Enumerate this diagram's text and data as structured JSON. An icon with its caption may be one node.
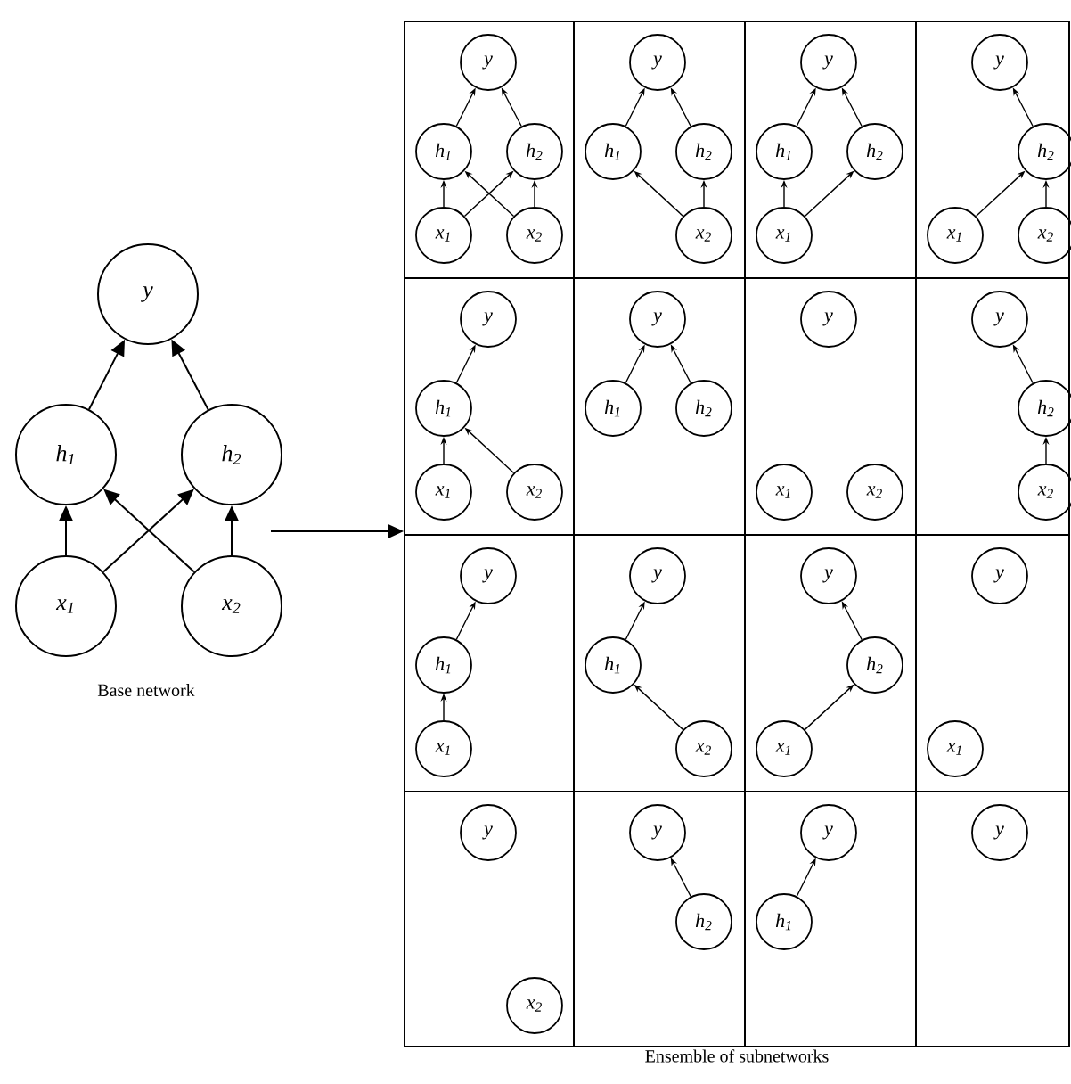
{
  "diagram": {
    "nodes": [
      {
        "text": [
          "y"
        ]
      },
      {
        "text": [
          "h$_{1}$"
        ]
      },
      {
        "text": [
          "h$_{2}$"
        ]
      },
      {
        "text": [
          "x$_{1}$"
        ]
      },
      {
        "text": [
          "x$_{2}$"
        ]
      },
      {
        "text": [
          "Ensemble of subnetworks"
        ]
      },
      {
        "text": [],
        "shape": "box",
        "in": 5
      },
      {
        "text": [
          "y"
        ],
        "in": 6
      },
      {
        "text": [
          "h$_{1}$"
        ],
        "in": 6
      },
      {
        "text": [
          "h$_{2}$"
        ],
        "in": 6
      },
      {
        "text": [
          "x$_{1}$"
        ],
        "in": 6
      },
      {
        "text": [
          "x$_{2}$"
        ],
        "in": 6
      },
      {
        "text": [],
        "shape": "box",
        "in": 5
      },
      {
        "text": [
          "y"
        ],
        "in": 12
      },
      {
        "text": [
          "h$_{1}$"
        ],
        "in": 12
      },
      {
        "text": [
          "h$_{2}$"
        ],
        "in": 12
      },
      {
        "text": [
          "x$_{2}$"
        ],
        "in": 12
      },
      {
        "text": [],
        "shape": "box",
        "in": 5
      },
      {
        "text": [
          "y"
        ],
        "in": 17
      },
      {
        "text": [
          "h$_{1}$"
        ],
        "in": 17
      },
      {
        "text": [
          "h$_{2}$"
        ],
        "in": 17
      },
      {
        "text": [
          "x$_{1}$"
        ],
        "in": 17
      },
      {
        "text": [],
        "shape": "box",
        "in": 5
      },
      {
        "text": [
          "y"
        ],
        "in": 22
      },
      {
        "text": [
          "h$_{2}$"
        ],
        "in": 22
      },
      {
        "text": [
          "x$_{1}$"
        ],
        "in": 22
      },
      {
        "text": [
          "x$_{2}$"
        ],
        "in": 22
      },
      {
        "text": [],
        "shape": "box",
        "in": 5
      },
      {
        "text": [
          "y"
        ],
        "in": 27
      },
      {
        "text": [
          "h$_{1}$"
        ],
        "in": 27
      },
      {
        "text": [
          "x$_{1}$"
        ],
        "in": 27
      },
      {
        "text": [
          "x$_{2}$"
        ],
        "in": 27
      },
      {
        "text": [],
        "shape": "box",
        "in": 5
      },
      {
        "text": [
          "y"
        ],
        "in": 32
      },
      {
        "text": [
          "h$_{1}$"
        ],
        "in": 32
      },
      {
        "text": [
          "h$_{2}$"
        ],
        "in": 32
      },
      {
        "text": [],
        "shape": "box",
        "in": 5
      },
      {
        "text": [
          "y"
        ],
        "in": 36
      },
      {
        "text": [
          "x$_{1}$"
        ],
        "in": 36
      },
      {
        "text": [
          "x$_{2}$"
        ],
        "in": 36
      },
      {
        "text": [],
        "shape": "box",
        "in": 5
      },
      {
        "text": [
          "y"
        ],
        "in": 40
      },
      {
        "text": [
          "h$_{2}$"
        ],
        "in": 40
      },
      {
        "text": [
          "x$_{2}$"
        ],
        "in": 40
      },
      {
        "text": [],
        "shape": "box",
        "in": 5
      },
      {
        "text": [
          "y"
        ],
        "in": 44
      },
      {
        "text": [
          "h$_{1}$"
        ],
        "in": 44
      },
      {
        "text": [
          "x$_{1}$"
        ],
        "in": 44
      },
      {
        "text": [],
        "shape": "box",
        "in": 5
      },
      {
        "text": [
          "y"
        ],
        "in": 48
      },
      {
        "text": [
          "h$_{1}$"
        ],
        "in": 48
      },
      {
        "text": [
          "x$_{2}$"
        ],
        "in": 48
      },
      {
        "text": [],
        "shape": "box",
        "in": 5
      },
      {
        "text": [
          "y"
        ],
        "in": 52
      },
      {
        "text": [
          "h$_{2}$"
        ],
        "in": 52
      },
      {
        "text": [
          "x$_{1}$"
        ],
        "in": 52
      },
      {
        "text": [],
        "shape": "box",
        "in": 5
      },
      {
        "text": [
          "y"
        ],
        "in": 56
      },
      {
        "text": [
          "x$_{1}$"
        ],
        "in": 56
      },
      {
        "text": [],
        "shape": "box",
        "in": 5
      },
      {
        "text": [
          "y"
        ],
        "in": 59
      },
      {
        "text": [
          "x$_{2}$"
        ],
        "in": 59
      },
      {
        "text": [],
        "shape": "box",
        "in": 5
      },
      {
        "text": [
          "y"
        ],
        "in": 62
      },
      {
        "text": [
          "h$_{2}$"
        ],
        "in": 62
      },
      {
        "text": [],
        "shape": "box",
        "in": 5
      },
      {
        "text": [
          "y"
        ],
        "in": 65
      },
      {
        "text": [
          "h$_{1}$"
        ],
        "in": 65
      },
      {
        "text": [],
        "shape": "box",
        "in": 5
      },
      {
        "text": [
          "y"
        ],
        "in": 68
      }
    ],
    "edges": [
      {
        "from": 3,
        "to": 1,
        "arrow": "to"
      },
      {
        "from": 3,
        "to": 2,
        "arrow": "to"
      },
      {
        "from": 4,
        "to": 1,
        "arrow": "to"
      },
      {
        "from": 4,
        "to": 2,
        "arrow": "to"
      },
      {
        "from": 1,
        "to": 0,
        "arrow": "to"
      },
      {
        "from": 2,
        "to": 0,
        "arrow": "to"
      },
      {
        "from": null,
        "to": 5,
        "arrow": "to"
      },
      {
        "from": 10,
        "to": 8,
        "arrow": "to"
      },
      {
        "from": 10,
        "to": 9,
        "arrow": "to"
      },
      {
        "from": 11,
        "to": 8,
        "arrow": "to"
      },
      {
        "from": 11,
        "to": 9,
        "arrow": "to"
      },
      {
        "from": 8,
        "to": 7,
        "arrow": "to"
      },
      {
        "from": 9,
        "to": 7,
        "arrow": "to"
      },
      {
        "from": 16,
        "to": 14,
        "arrow": "to"
      },
      {
        "from": 16,
        "to": 15,
        "arrow": "to"
      },
      {
        "from": 14,
        "to": 13,
        "arrow": "to"
      },
      {
        "from": 15,
        "to": 13,
        "arrow": "to"
      },
      {
        "from": 21,
        "to": 19,
        "arrow": "to"
      },
      {
        "from": 21,
        "to": 20,
        "arrow": "to"
      },
      {
        "from": 19,
        "to": 18,
        "arrow": "to"
      },
      {
        "from": 20,
        "to": 18,
        "arrow": "to"
      },
      {
        "from": 25,
        "to": 24,
        "arrow": "to"
      },
      {
        "from": 26,
        "to": 24,
        "arrow": "to"
      },
      {
        "from": 24,
        "to": 23,
        "arrow": "to"
      },
      {
        "from": 30,
        "to": 29,
        "arrow": "to"
      },
      {
        "from": 31,
        "to": 29,
        "arrow": "to"
      },
      {
        "from": 29,
        "to": 28,
        "arrow": "to"
      },
      {
        "from": 34,
        "to": 33,
        "arrow": "to"
      },
      {
        "from": 35,
        "to": 33,
        "arrow": "to"
      },
      {
        "from": 43,
        "to": 42,
        "arrow": "to"
      },
      {
        "from": 42,
        "to": 41,
        "arrow": "to"
      },
      {
        "from": 47,
        "to": 46,
        "arrow": "to"
      },
      {
        "from": 46,
        "to": 45,
        "arrow": "to"
      },
      {
        "from": 51,
        "to": 50,
        "arrow": "to"
      },
      {
        "from": 50,
        "to": 49,
        "arrow": "to"
      },
      {
        "from": 55,
        "to": 54,
        "arrow": "to"
      },
      {
        "from": 54,
        "to": 53,
        "arrow": "to"
      },
      {
        "from": 64,
        "to": 63,
        "arrow": "to"
      },
      {
        "from": 67,
        "to": 66,
        "arrow": "to"
      }
    ],
    "labels": [
      "Base network"
    ]
  }
}
